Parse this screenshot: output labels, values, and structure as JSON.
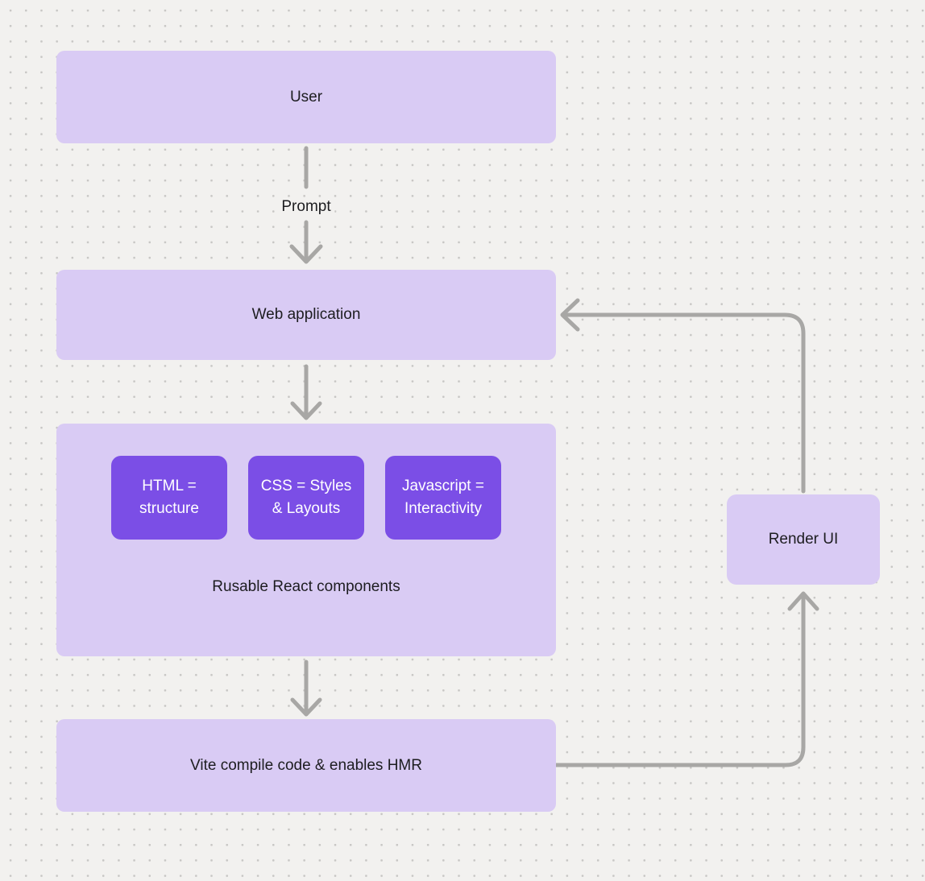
{
  "diagram": {
    "colors": {
      "background": "#f2f1ef",
      "grid_dot": "#c7c6c4",
      "node_fill": "#d9cbf4",
      "chip_fill": "#7b4ee6",
      "chip_text": "#ffffff",
      "connector": "#a8a7a5",
      "text": "#1d1d20"
    },
    "nodes": {
      "user": {
        "label": "User"
      },
      "web_application": {
        "label": "Web application"
      },
      "components_group": {
        "chips": [
          {
            "line1": "HTML =",
            "line2": "structure"
          },
          {
            "line1": "CSS = Styles",
            "line2": "& Layouts"
          },
          {
            "line1": "Javascript =",
            "line2": "Interactivity"
          }
        ],
        "caption": "Rusable React components"
      },
      "vite": {
        "label": "Vite compile code & enables HMR"
      },
      "render_ui": {
        "label": "Render UI"
      }
    },
    "edges": {
      "prompt_label": "Prompt"
    }
  }
}
